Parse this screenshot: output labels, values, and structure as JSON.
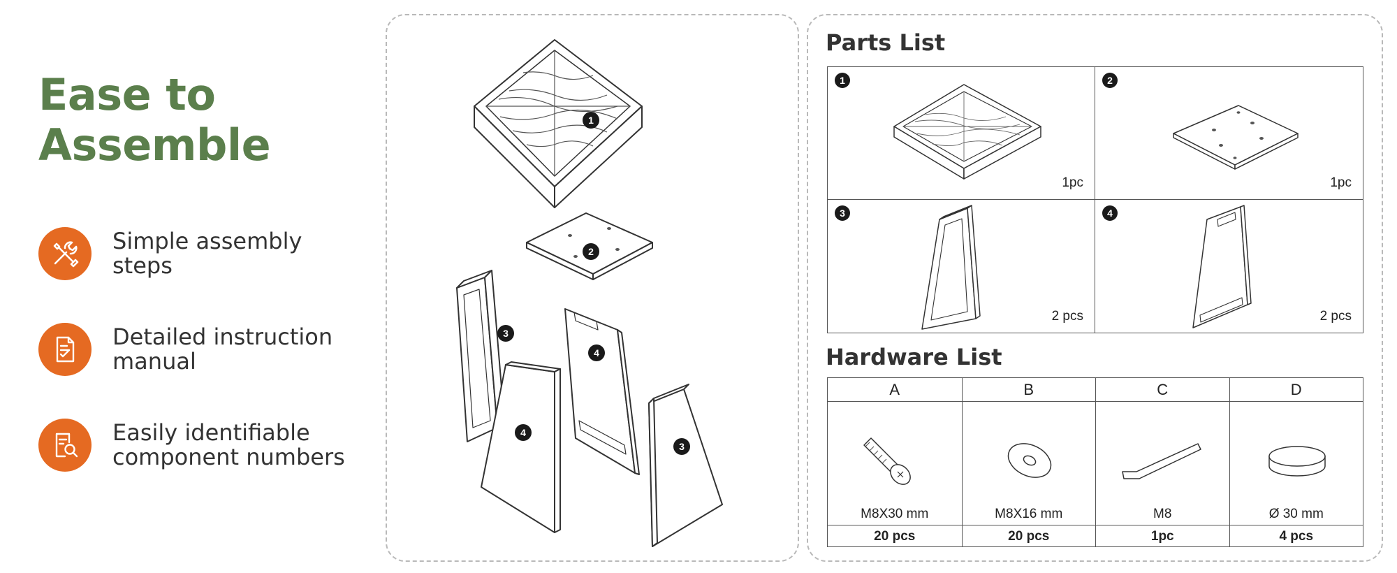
{
  "headline": {
    "line1": "Ease to",
    "line2": "Assemble"
  },
  "features": [
    {
      "icon": "tools-icon",
      "text": "Simple assembly steps"
    },
    {
      "icon": "manual-icon",
      "text": "Detailed instruction manual"
    },
    {
      "icon": "document-search-icon",
      "text": "Easily identifiable component numbers"
    }
  ],
  "colors": {
    "headline": "#5b7f4c",
    "accent": "#e56a22"
  },
  "exploded_view": {
    "callouts": [
      "1",
      "2",
      "3",
      "4",
      "4",
      "3"
    ]
  },
  "parts_list": {
    "title": "Parts List",
    "items": [
      {
        "number": "1",
        "quantity": "1pc"
      },
      {
        "number": "2",
        "quantity": "1pc"
      },
      {
        "number": "3",
        "quantity": "2 pcs"
      },
      {
        "number": "4",
        "quantity": "2 pcs"
      }
    ]
  },
  "hardware_list": {
    "title": "Hardware List",
    "items": [
      {
        "letter": "A",
        "spec": "M8X30 mm",
        "count": "20 pcs"
      },
      {
        "letter": "B",
        "spec": "M8X16 mm",
        "count": "20 pcs"
      },
      {
        "letter": "C",
        "spec": "M8",
        "count": "1pc"
      },
      {
        "letter": "D",
        "spec": "Ø 30 mm",
        "count": "4 pcs"
      }
    ]
  }
}
